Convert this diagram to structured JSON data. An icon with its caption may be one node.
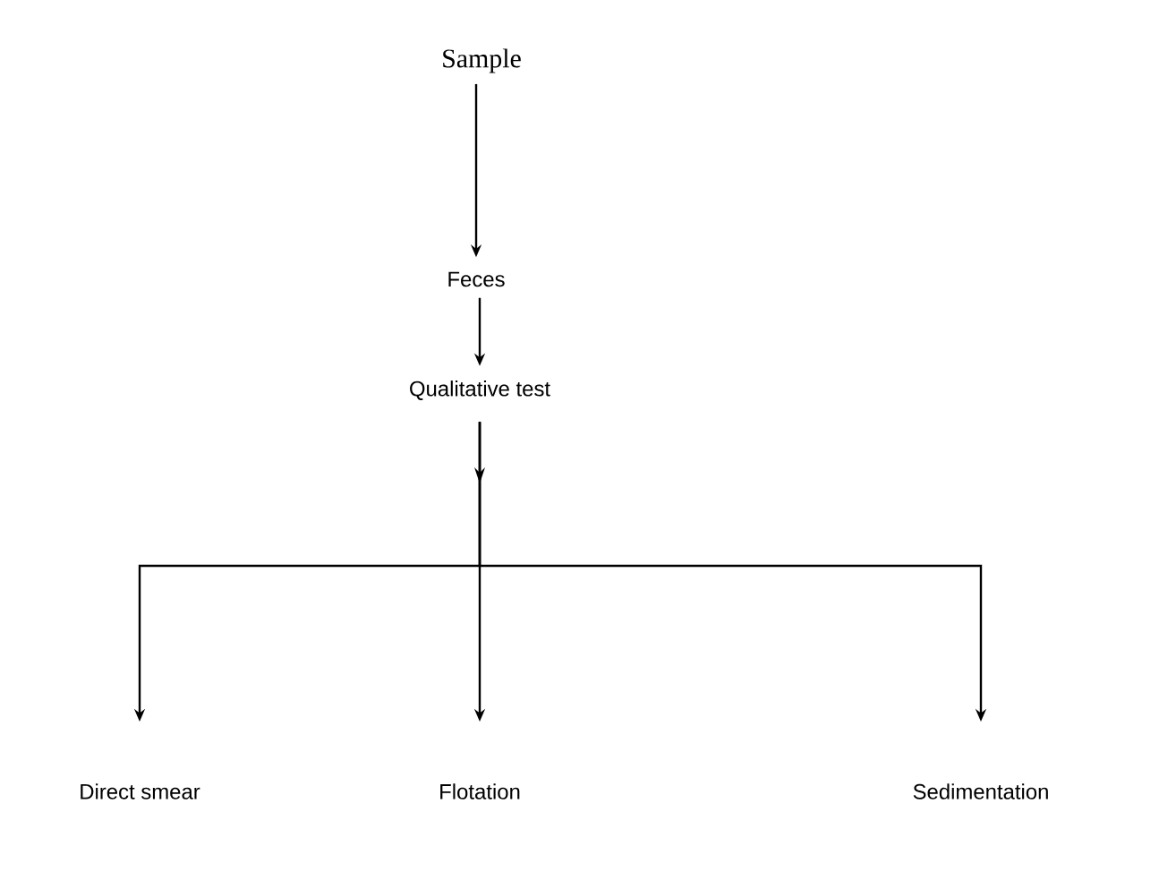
{
  "diagram": {
    "nodes": [
      {
        "text": [
          "Sample"
        ]
      },
      {
        "text": [
          "Feces"
        ]
      },
      {
        "text": [
          "Qualitative test"
        ]
      },
      {
        "text": [
          "Direct smear"
        ]
      },
      {
        "text": [
          "Flotation"
        ]
      },
      {
        "text": [
          "Sedimentation"
        ]
      }
    ],
    "edges": [
      {
        "from": 0,
        "to": 1,
        "arrow": "to"
      },
      {
        "from": 1,
        "to": 2,
        "arrow": "to"
      },
      {
        "from": 2,
        "to": 3,
        "arrow": "to"
      },
      {
        "from": 2,
        "to": 4,
        "arrow": "to"
      },
      {
        "from": 2,
        "to": 5,
        "arrow": "to"
      }
    ]
  }
}
